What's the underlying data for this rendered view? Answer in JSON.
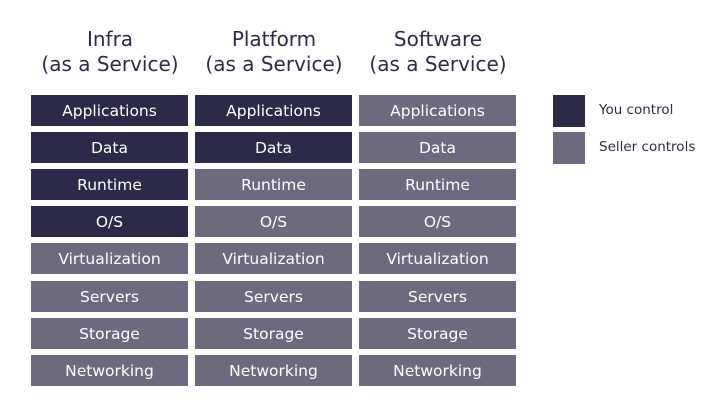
{
  "colors": {
    "you_control": "#2d2a49",
    "seller_controls": "#6d6a80",
    "header_text": "#2f2a47"
  },
  "columns": [
    {
      "title_line1": "Infra",
      "title_line2": "(as a Service)",
      "rows": [
        {
          "label": "Applications",
          "owner": "you"
        },
        {
          "label": "Data",
          "owner": "you"
        },
        {
          "label": "Runtime",
          "owner": "you"
        },
        {
          "label": "O/S",
          "owner": "you"
        },
        {
          "label": "Virtualization",
          "owner": "seller"
        },
        {
          "label": "Servers",
          "owner": "seller"
        },
        {
          "label": "Storage",
          "owner": "seller"
        },
        {
          "label": "Networking",
          "owner": "seller"
        }
      ]
    },
    {
      "title_line1": "Platform",
      "title_line2": "(as a Service)",
      "rows": [
        {
          "label": "Applications",
          "owner": "you"
        },
        {
          "label": "Data",
          "owner": "you"
        },
        {
          "label": "Runtime",
          "owner": "seller"
        },
        {
          "label": "O/S",
          "owner": "seller"
        },
        {
          "label": "Virtualization",
          "owner": "seller"
        },
        {
          "label": "Servers",
          "owner": "seller"
        },
        {
          "label": "Storage",
          "owner": "seller"
        },
        {
          "label": "Networking",
          "owner": "seller"
        }
      ]
    },
    {
      "title_line1": "Software",
      "title_line2": "(as a Service)",
      "rows": [
        {
          "label": "Applications",
          "owner": "seller"
        },
        {
          "label": "Data",
          "owner": "seller"
        },
        {
          "label": "Runtime",
          "owner": "seller"
        },
        {
          "label": "O/S",
          "owner": "seller"
        },
        {
          "label": "Virtualization",
          "owner": "seller"
        },
        {
          "label": "Servers",
          "owner": "seller"
        },
        {
          "label": "Storage",
          "owner": "seller"
        },
        {
          "label": "Networking",
          "owner": "seller"
        }
      ]
    }
  ],
  "legend": {
    "you_label": "You control",
    "seller_label": "Seller controls"
  }
}
